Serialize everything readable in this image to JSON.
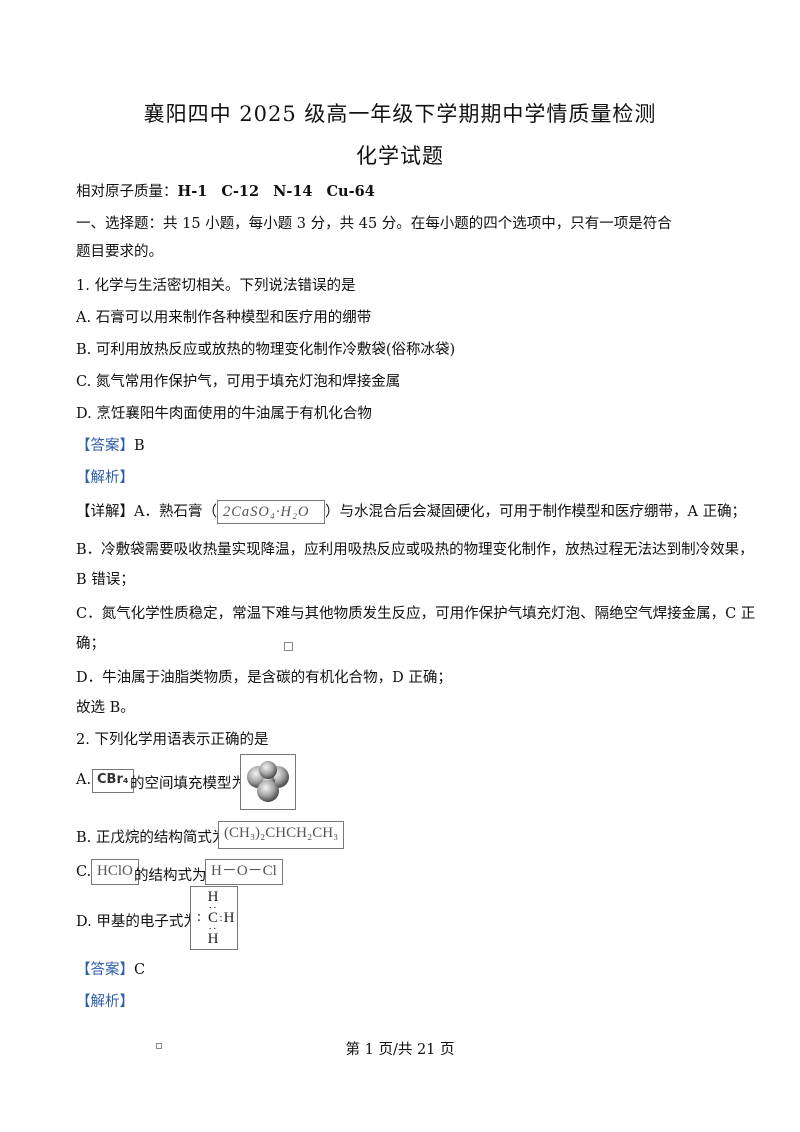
{
  "header": {
    "title": "襄阳四中 2025 级高一年级下学期期中学情质量检测",
    "subtitle": "化学试题"
  },
  "atomic_mass": {
    "label": "相对原子质量：",
    "values": [
      "H-1",
      "C-12",
      "N-14",
      "Cu-64"
    ]
  },
  "section1": {
    "line1": "一、选择题：共 15 小题，每小题 3 分，共 45 分。在每小题的四个选项中，只有一项是符合",
    "line2": "题目要求的。"
  },
  "q1": {
    "stem": "1. 化学与生活密切相关。下列说法错误的是",
    "options": [
      "A. 石膏可以用来制作各种模型和医疗用的绷带",
      "B. 可利用放热反应或放热的物理变化制作冷敷袋(俗称冰袋)",
      "C. 氮气常用作保护气，可用于填充灯泡和焊接金属",
      "D. 烹饪襄阳牛肉面使用的牛油属于有机化合物"
    ],
    "answer_label": "【答案】",
    "answer": "B",
    "analysis_label": "【解析】",
    "detail_label": "【详解】",
    "detail_a_pre": "A．熟石膏（",
    "detail_a_formula": "2CaSO₄·H₂O",
    "detail_a_post": "）与水混合后会凝固硬化，可用于制作模型和医疗绷带，A 正确；",
    "detail_b1": "B．冷敷袋需要吸收热量实现降温，应利用吸热反应或吸热的物理变化制作，放热过程无法达到制冷效果，",
    "detail_b2": "B 错误；",
    "detail_c1": "C．氮气化学性质稳定，常温下难与其他物质发生反应，可用作保护气填充灯泡、隔绝空气焊接金属，C 正",
    "detail_c2": "确；",
    "detail_d": "D．牛油属于油脂类物质，是含碳的有机化合物，D 正确；",
    "conclusion": "故选 B。"
  },
  "q2": {
    "stem": "2. 下列化学用语表示正确的是",
    "a_pre": "A.",
    "a_formula": "CBr₄",
    "a_post": "的空间填充模型为",
    "b_pre": "B. 正戊烷的结构简式为",
    "b_formula": "(CH₃)₂CHCH₂CH₃",
    "c_pre": "C.",
    "c_formula": "HClO",
    "c_mid": "的结构式为",
    "c_struct": "H－O－Cl",
    "d_pre": "D. 甲基的电子式为",
    "d_h": "H",
    "d_c": "C",
    "answer_label": "【答案】",
    "answer": "C",
    "analysis_label": "【解析】"
  },
  "footer": {
    "page": "第 1 页/共 21 页"
  }
}
